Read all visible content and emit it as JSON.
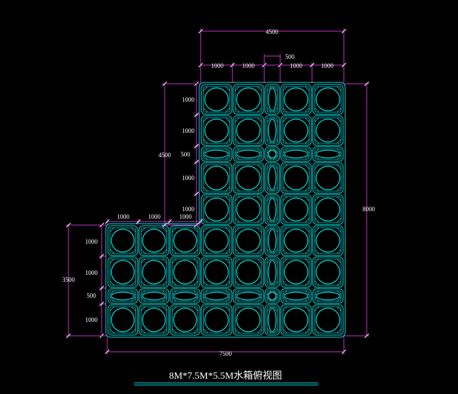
{
  "drawing": {
    "title": "8M*7.5M*5.5M水箱俯视图",
    "colors": {
      "background": "#000000",
      "tank": "#00e5e5",
      "dimension": "#cc33cc",
      "text": "#ffffff",
      "title_underline": "#00e5e5"
    }
  },
  "dimensions": {
    "top_total": "4500",
    "top_sub": [
      "1000",
      "1000",
      "500",
      "1000",
      "1000"
    ],
    "upper_left_vertical": [
      "1000",
      "1000",
      "500",
      "1000",
      "1000"
    ],
    "upper_left_total": "4500",
    "right_total": "8000",
    "lower_left_top": [
      "1000",
      "1000",
      "1000"
    ],
    "lower_left_vertical": [
      "1000",
      "1000",
      "500",
      "1000"
    ],
    "lower_left_total": "3500",
    "bottom_total": "7500"
  }
}
